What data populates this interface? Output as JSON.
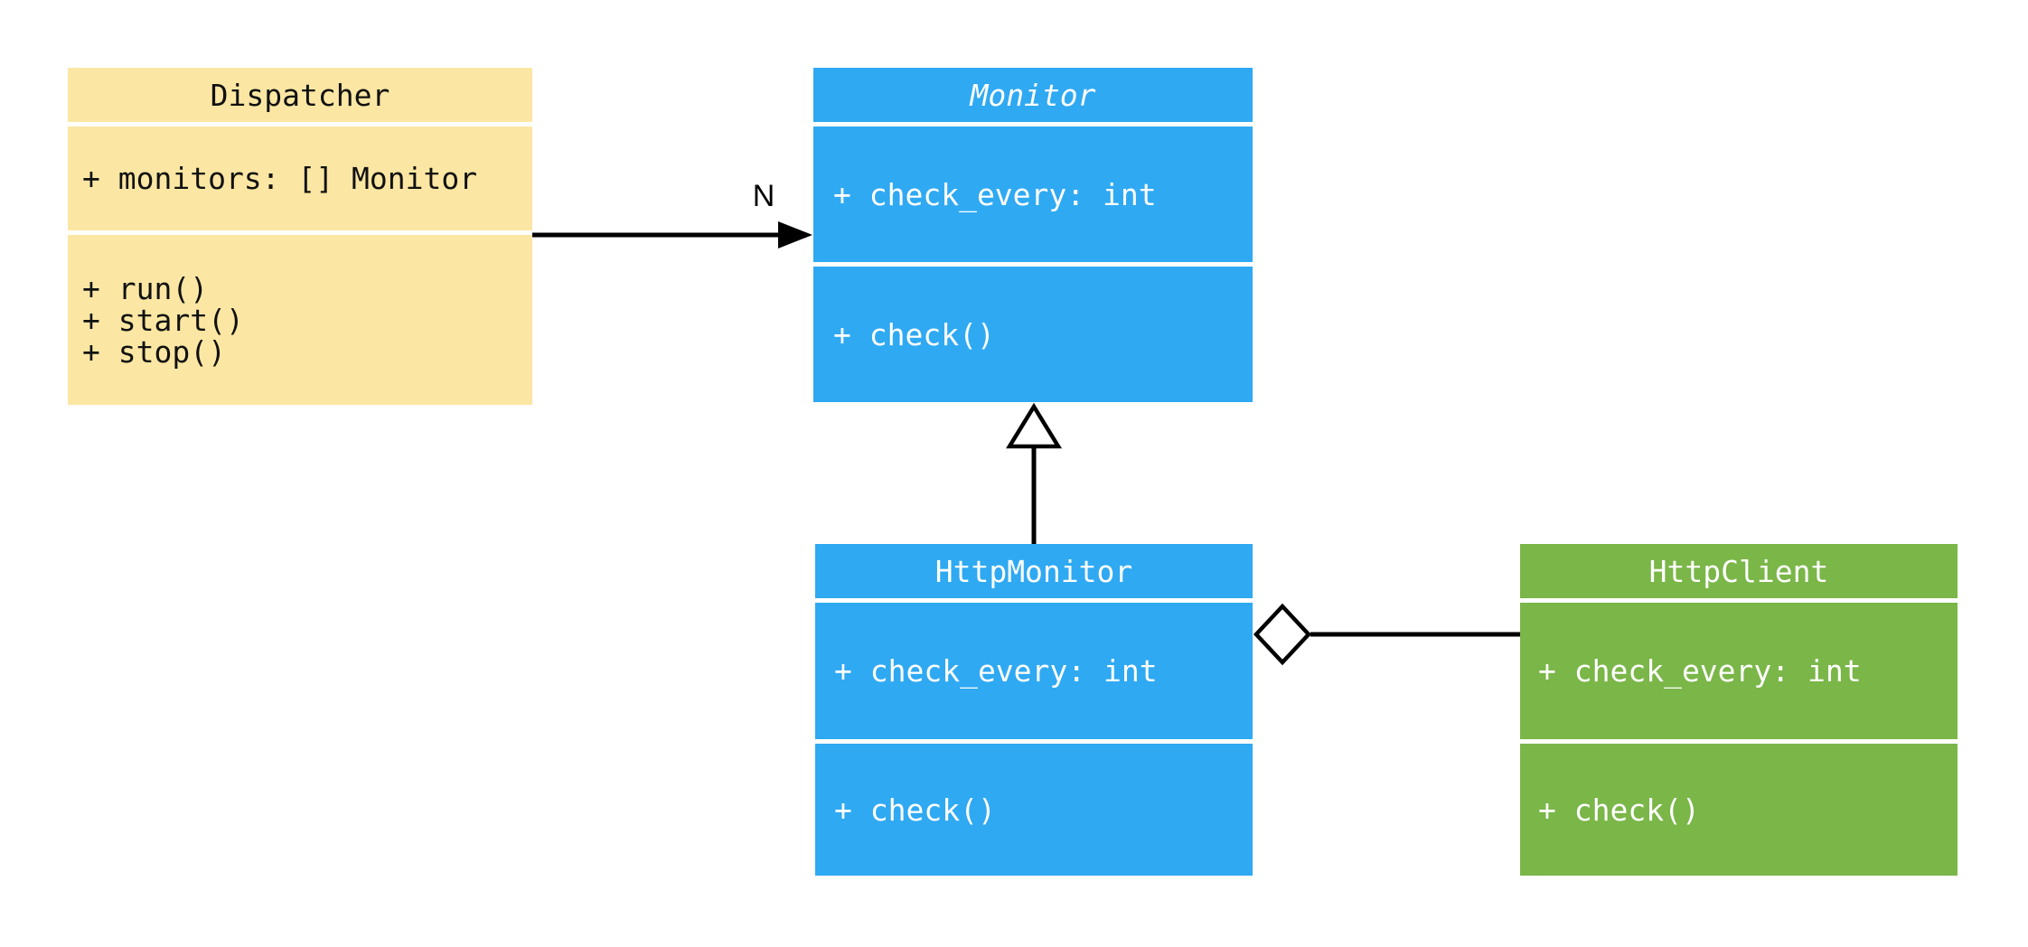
{
  "diagram": {
    "type": "uml-class-diagram",
    "background": "#ffffff",
    "connector_color": "#000000",
    "classes": [
      {
        "name": "Dispatcher",
        "abstract": false,
        "attributes": [
          "+ monitors: [] Monitor"
        ],
        "methods": [
          "+ run()",
          "+ start()",
          "+ stop()"
        ],
        "fill": "#FBE7A3",
        "text_color": "#111111"
      },
      {
        "name": "Monitor",
        "abstract": true,
        "attributes": [
          "+ check_every: int"
        ],
        "methods": [
          "+ check()"
        ],
        "fill": "#2FA9F2",
        "text_color": "#FFFFFF"
      },
      {
        "name": "HttpMonitor",
        "abstract": false,
        "attributes": [
          "+ check_every: int"
        ],
        "methods": [
          "+ check()"
        ],
        "fill": "#2FA9F2",
        "text_color": "#FFFFFF"
      },
      {
        "name": "HttpClient",
        "abstract": false,
        "attributes": [
          "+ check_every: int"
        ],
        "methods": [
          "+ check()"
        ],
        "fill": "#7AB648",
        "text_color": "#FFFFFF"
      }
    ],
    "relationships": [
      {
        "type": "association",
        "from": "Dispatcher",
        "to": "Monitor",
        "label": "N",
        "arrow": "filled-arrowhead"
      },
      {
        "type": "inheritance",
        "from": "HttpMonitor",
        "to": "Monitor",
        "arrow": "hollow-triangle"
      },
      {
        "type": "aggregation",
        "from": "HttpMonitor",
        "to": "HttpClient",
        "arrow": "hollow-diamond"
      }
    ]
  }
}
